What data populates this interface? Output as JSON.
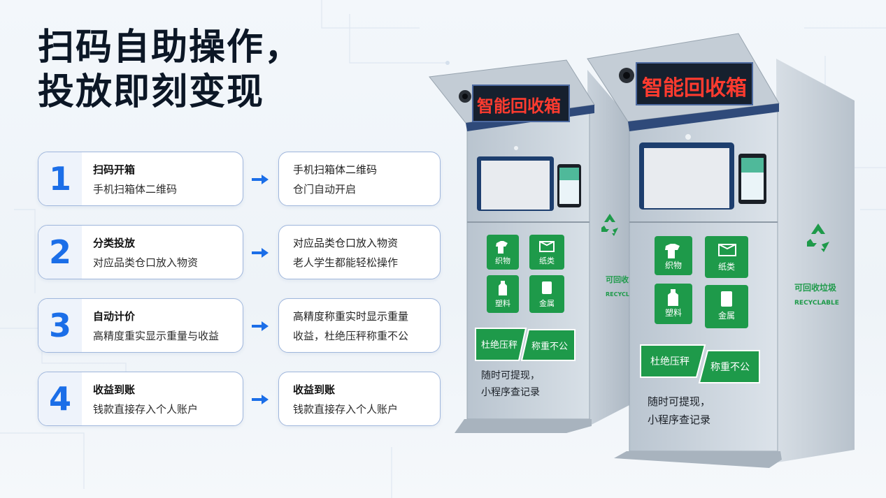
{
  "headline": {
    "line1": "扫码自助操作，",
    "line2": "投放即刻变现"
  },
  "steps": [
    {
      "num": "1",
      "title": "扫码开箱",
      "desc": "手机扫箱体二维码",
      "detail1": "手机扫箱体二维码",
      "detail2": "仓门自动开启",
      "detail_bold": false
    },
    {
      "num": "2",
      "title": "分类投放",
      "desc": "对应品类仓口放入物资",
      "detail1": "对应品类仓口放入物资",
      "detail2": "老人学生都能轻松操作",
      "detail_bold": false
    },
    {
      "num": "3",
      "title": "自动计价",
      "desc": "高精度重实显示重量与收益",
      "detail1": "高精度称重实时显示重量",
      "detail2": "收益，杜绝压秤称重不公",
      "detail_bold": false
    },
    {
      "num": "4",
      "title": "收益到账",
      "desc": "钱款直接存入个人账户",
      "detail1": "收益到账",
      "detail2": "钱款直接存入个人账户",
      "detail_bold": true
    }
  ],
  "machine": {
    "led_sign": "智能回收箱",
    "categories": [
      "织物",
      "纸类",
      "塑料",
      "金属"
    ],
    "banner_left": "杜绝压秤",
    "banner_right": "称重不公",
    "note_line1": "随时可提现，",
    "note_line2": "小程序查记录",
    "side_label_cn_front": "可回收垃",
    "side_label_en_front": "RECYCLAB",
    "side_label_cn": "可回收垃圾",
    "side_label_en": "RECYCLABLE"
  },
  "colors": {
    "accent_blue": "#1b6ee8",
    "green": "#1e9a4a",
    "led_red": "#ff3b2f",
    "title": "#0c1726"
  },
  "icons": [
    "arrow-right-icon",
    "camera-icon",
    "recycle-icon",
    "tshirt-icon",
    "box-icon",
    "bottle-icon",
    "can-icon"
  ]
}
